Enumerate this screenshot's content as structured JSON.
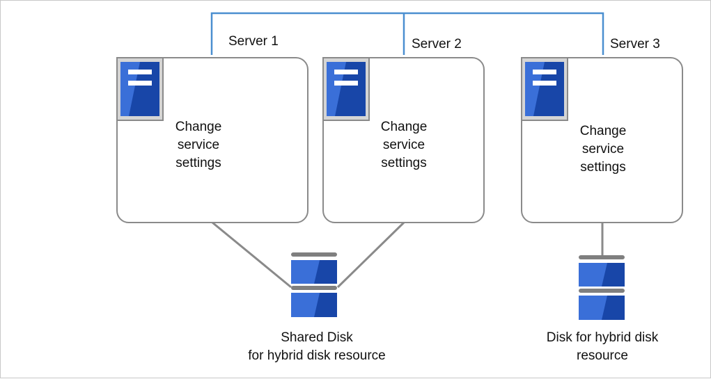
{
  "servers": [
    {
      "name": "Server 1",
      "action": [
        "Change",
        "service",
        "settings"
      ]
    },
    {
      "name": "Server 2",
      "action": [
        "Change",
        "service",
        "settings"
      ]
    },
    {
      "name": "Server 3",
      "action": [
        "Change",
        "service",
        "settings"
      ]
    }
  ],
  "disks": {
    "shared": {
      "label": [
        "Shared Disk",
        "for hybrid disk resource"
      ]
    },
    "local": {
      "label": [
        "Disk for hybrid disk",
        "resource"
      ]
    }
  },
  "colors": {
    "network_line": "#4b8fd0",
    "connector_line": "#8a8a8a",
    "box_border": "#8a8a8a",
    "icon_blue": "#1846a8",
    "icon_blue_light": "#3a6fd8",
    "disk_cap": "#7f7f7f"
  },
  "icons": {
    "server": "server-tower-icon",
    "disk": "disk-stack-icon"
  }
}
